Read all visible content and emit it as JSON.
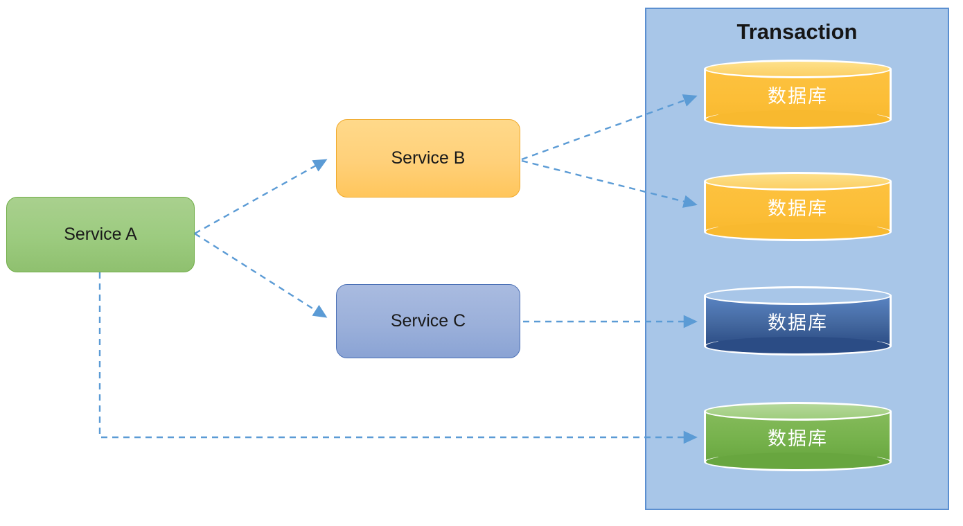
{
  "diagram": {
    "title_region": {
      "label": "Transaction",
      "panel_color": "#a8c6e8",
      "panel_border_color": "#5b8fd0"
    },
    "services": [
      {
        "id": "service-a",
        "label": "Service A",
        "color": "#a9d08e",
        "border": "#70ad47"
      },
      {
        "id": "service-b",
        "label": "Service B",
        "color": "#ffd079",
        "border": "#f0a92a"
      },
      {
        "id": "service-c",
        "label": "Service C",
        "color": "#9bb0da",
        "border": "#4a6fb5"
      }
    ],
    "databases": [
      {
        "id": "db-1",
        "label": "数据库",
        "color": "#fcbe37",
        "variant": "amber"
      },
      {
        "id": "db-2",
        "label": "数据库",
        "color": "#fcbe37",
        "variant": "amber"
      },
      {
        "id": "db-3",
        "label": "数据库",
        "color": "#2b4c85",
        "variant": "blue"
      },
      {
        "id": "db-4",
        "label": "数据库",
        "color": "#76b24c",
        "variant": "green"
      }
    ],
    "connectors": [
      {
        "id": "a-to-b",
        "from": "service-a",
        "to": "service-b",
        "style": "dashed",
        "color": "#5b9bd5"
      },
      {
        "id": "a-to-c",
        "from": "service-a",
        "to": "service-c",
        "style": "dashed",
        "color": "#5b9bd5"
      },
      {
        "id": "a-to-db4",
        "from": "service-a",
        "to": "db-4",
        "style": "dashed",
        "color": "#5b9bd5"
      },
      {
        "id": "b-to-db1",
        "from": "service-b",
        "to": "db-1",
        "style": "dashed",
        "color": "#5b9bd5"
      },
      {
        "id": "b-to-db2",
        "from": "service-b",
        "to": "db-2",
        "style": "dashed",
        "color": "#5b9bd5"
      },
      {
        "id": "c-to-db3",
        "from": "service-c",
        "to": "db-3",
        "style": "dashed",
        "color": "#5b9bd5"
      }
    ]
  }
}
